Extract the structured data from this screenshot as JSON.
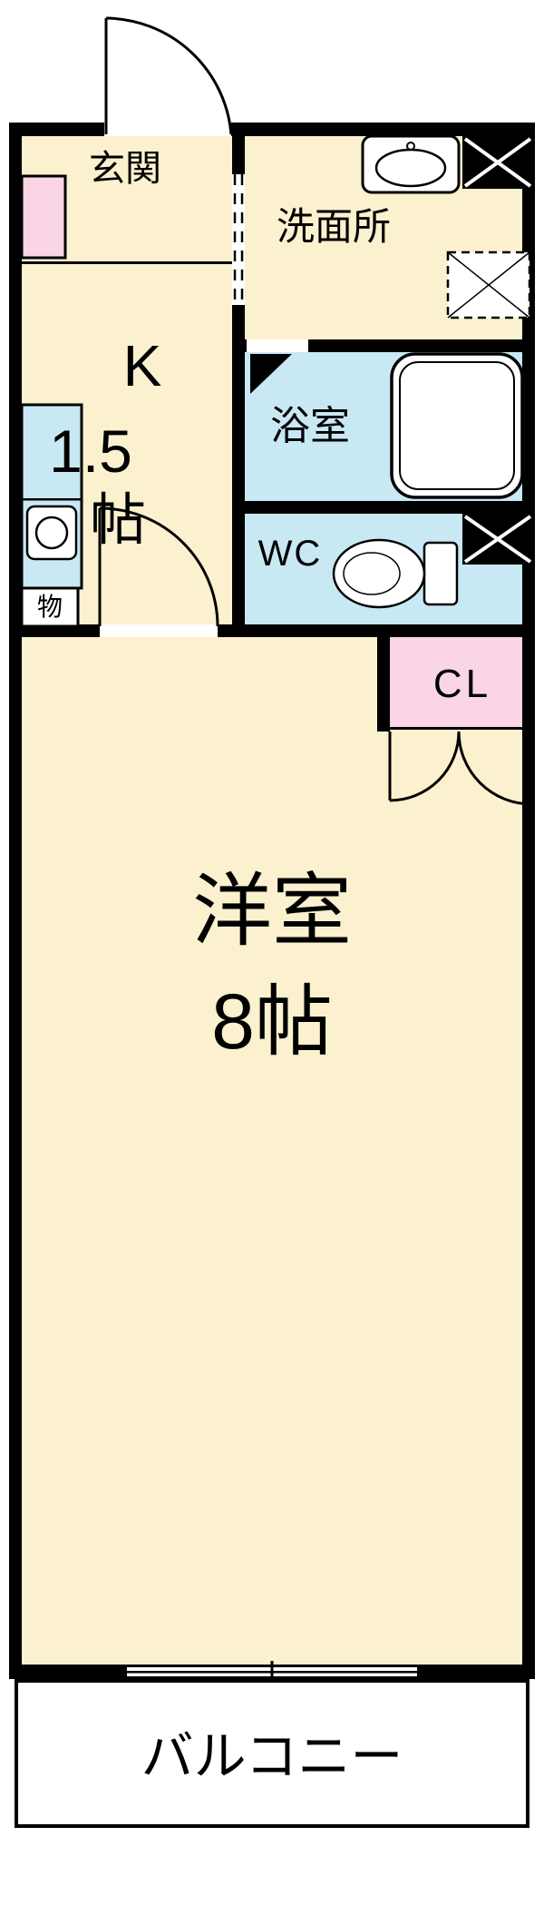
{
  "rooms": {
    "genkan": "玄関",
    "senmenjo": "洗面所",
    "bath": "浴室",
    "wc": "WC",
    "mono": "物",
    "closet": "CL",
    "kitchen_k": "K",
    "kitchen_size": "1.5",
    "kitchen_unit": "帖",
    "main_name": "洋室",
    "main_size": "8帖",
    "balcony": "バルコニー"
  },
  "colors": {
    "floor": "#FBF1CE",
    "wet": "#C8E8F4",
    "pink": "#F9D5E5",
    "wall": "#000000"
  }
}
